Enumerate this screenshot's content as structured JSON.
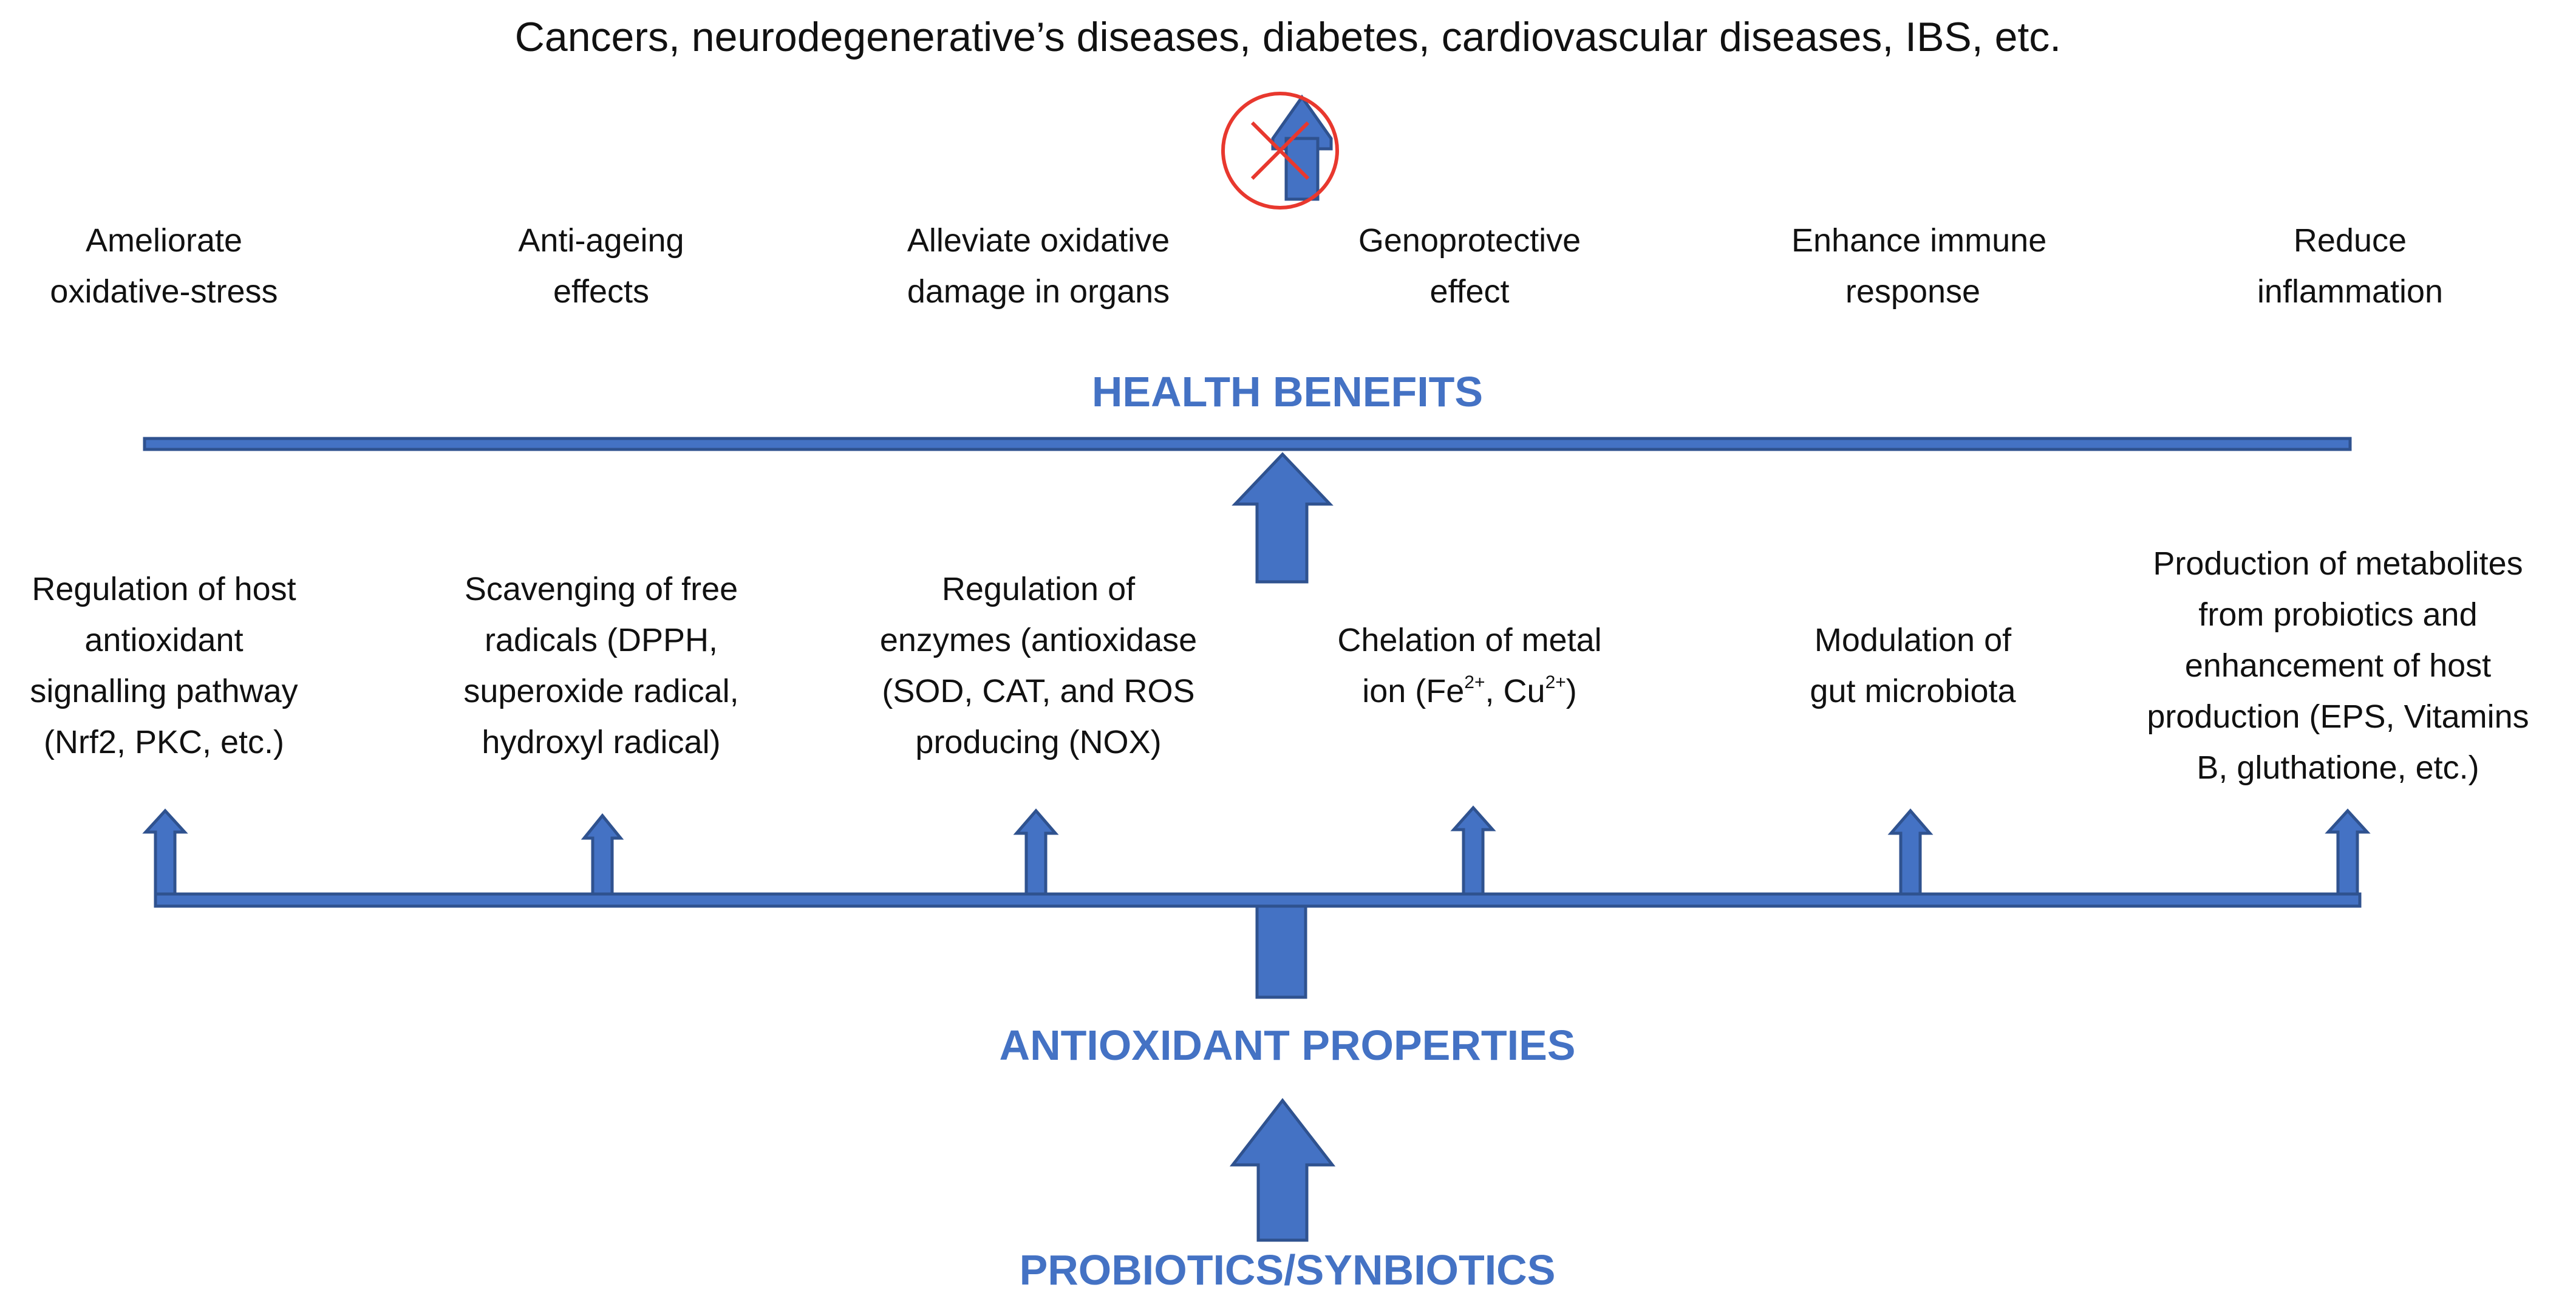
{
  "diseases": "Cancers, neurodegenerative’s diseases, diabetes, cardiovascular diseases, IBS, etc.",
  "health_benefits_title": "HEALTH BENEFITS",
  "benefits": [
    {
      "line1": "Ameliorate",
      "line2": "oxidative-stress"
    },
    {
      "line1": "Anti-ageing",
      "line2": "effects"
    },
    {
      "line1": "Alleviate oxidative",
      "line2": "damage in organs"
    },
    {
      "line1": "Genoprotective",
      "line2": "effect"
    },
    {
      "line1": "Enhance immune",
      "line2": "response"
    },
    {
      "line1": "Reduce",
      "line2": "inflammation"
    }
  ],
  "mechanisms": [
    {
      "lines": [
        "Regulation of host",
        "antioxidant",
        "signalling pathway",
        "(Nrf2, PKC, etc.)"
      ]
    },
    {
      "lines": [
        "Scavenging of free",
        "radicals (DPPH,",
        "superoxide radical,",
        "hydroxyl radical)"
      ]
    },
    {
      "lines": [
        "Regulation of",
        "enzymes (antioxidase",
        "(SOD, CAT,  and ROS",
        "producing (NOX)"
      ]
    },
    {
      "line1": "Chelation of metal",
      "line2_prefix": "ion (Fe",
      "fe_charge": "2+",
      "line2_mid": ", Cu",
      "cu_charge": "2+",
      "line2_suffix": ")"
    },
    {
      "lines": [
        "Modulation of",
        "gut microbiota"
      ]
    },
    {
      "lines": [
        "Production of metabolites",
        "from probiotics and",
        "enhancement of host",
        "production (EPS, Vitamins",
        "B, gluthatione, etc.)"
      ]
    }
  ],
  "antioxidant_title": "ANTIOXIDANT PROPERTIES",
  "probiotics_title": "PROBIOTICS/SYNBIOTICS",
  "colors": {
    "arrow_fill": "#4472C4",
    "arrow_edge": "#2F528F",
    "forbidden": "#E8382E",
    "heading": "#4472C4"
  }
}
